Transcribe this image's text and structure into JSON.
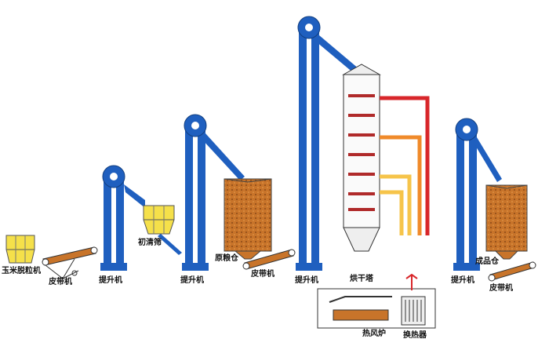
{
  "labels": {
    "corn_sheller": "玉米脱粒机",
    "belt1": "皮带机",
    "elevator1": "提升机",
    "pre_cleaner": "初清筛",
    "elevator2": "提升机",
    "raw_bin": "原粮仓",
    "belt2": "皮带机",
    "elevator3": "提升机",
    "dryer_tower": "烘干塔",
    "elevator4": "提升机",
    "product_bin": "成品仓",
    "belt3": "皮带机",
    "hot_air_furnace": "热风炉",
    "heat_exchanger": "换热器"
  },
  "colors": {
    "elevator": "#1f5fbf",
    "hopper": "#f5e04a",
    "grain": "#c8742a",
    "hot_duct": "#d8262a",
    "warm_duct": "#f08a2a",
    "cool_duct": "#f6c44a"
  }
}
